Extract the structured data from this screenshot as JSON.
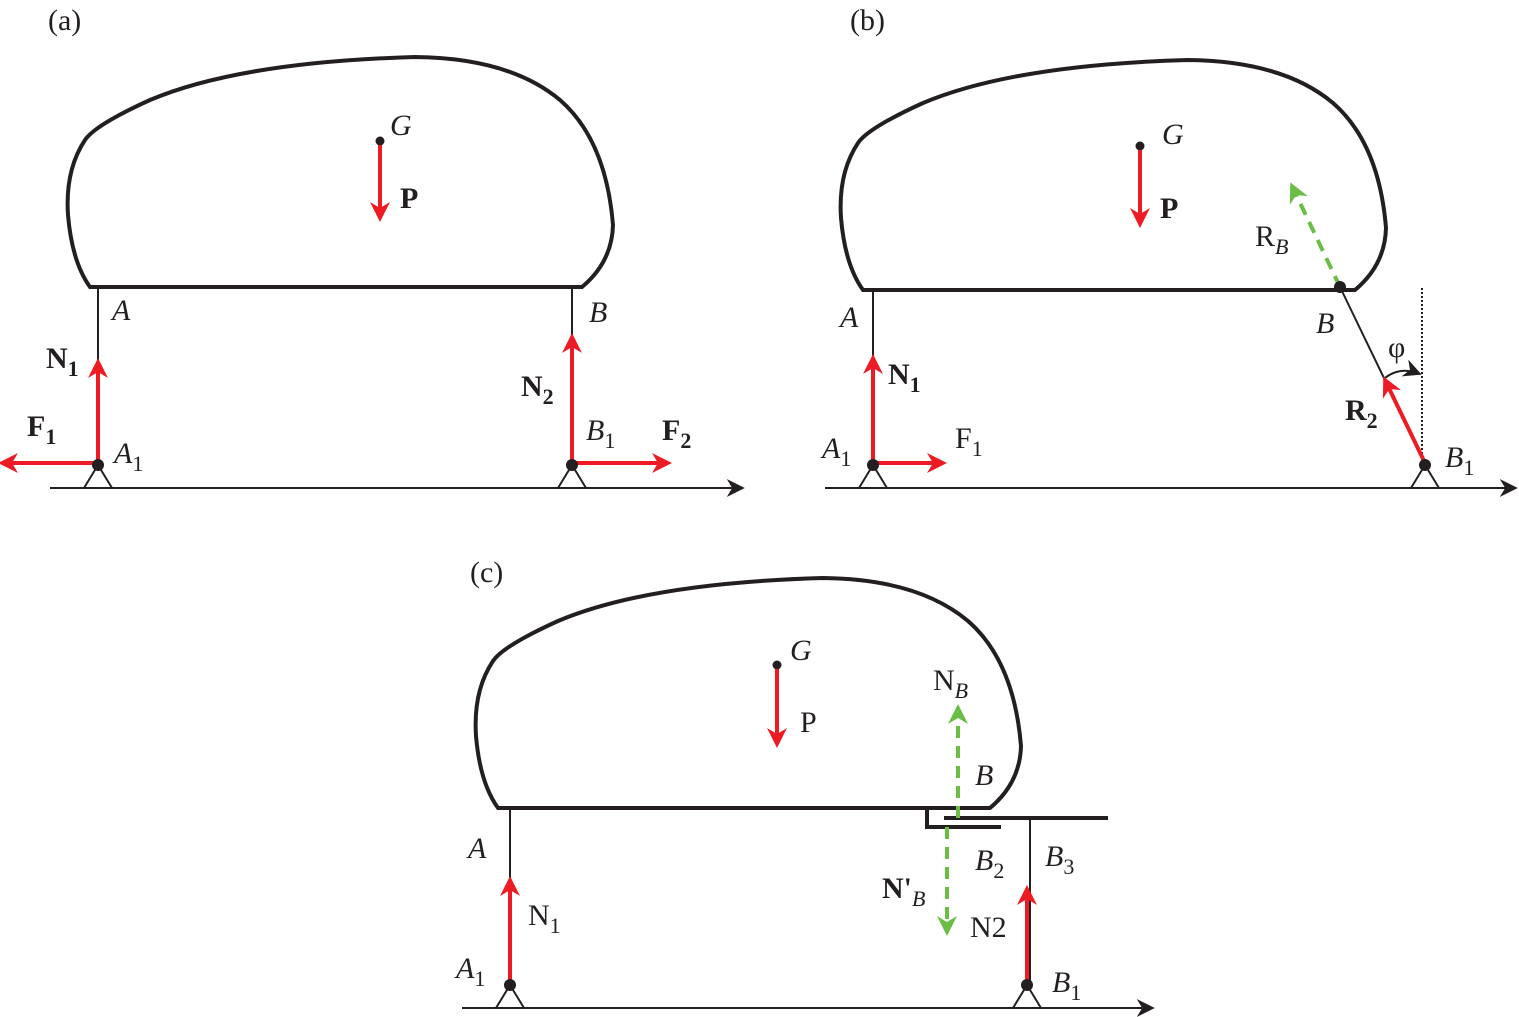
{
  "panels": {
    "a": {
      "label": "(a)",
      "G": "G",
      "P": "P",
      "A": "A",
      "B": "B",
      "N1": "N",
      "N1_sub": "1",
      "N2": "N",
      "N2_sub": "2",
      "F1": "F",
      "F1_sub": "1",
      "F2": "F",
      "F2_sub": "2",
      "A1": "A",
      "A1_sub": "1",
      "B1": "B",
      "B1_sub": "1"
    },
    "b": {
      "label": "(b)",
      "G": "G",
      "P": "P",
      "A": "A",
      "B": "B",
      "N1": "N",
      "N1_sub": "1",
      "F1": "F",
      "F1_sub": "1",
      "A1": "A",
      "A1_sub": "1",
      "B1": "B",
      "B1_sub": "1",
      "RB": "R",
      "RB_sub": "B",
      "R2": "R",
      "R2_sub": "2",
      "phi": "φ"
    },
    "c": {
      "label": "(c)",
      "G": "G",
      "P": "P",
      "A": "A",
      "B": "B",
      "N1": "N",
      "N1_sub": "1",
      "NB": "N",
      "NB_sub": "B",
      "NpB": "N'",
      "NpB_sub": "B",
      "B2": "B",
      "B2_sub": "2",
      "B3": "B",
      "B3_sub": "3",
      "N2": "N2",
      "A1": "A",
      "A1_sub": "1",
      "B1": "B",
      "B1_sub": "1"
    }
  },
  "colors": {
    "force": "#ed1c24",
    "reaction": "#6abd45",
    "line": "#231f20"
  }
}
